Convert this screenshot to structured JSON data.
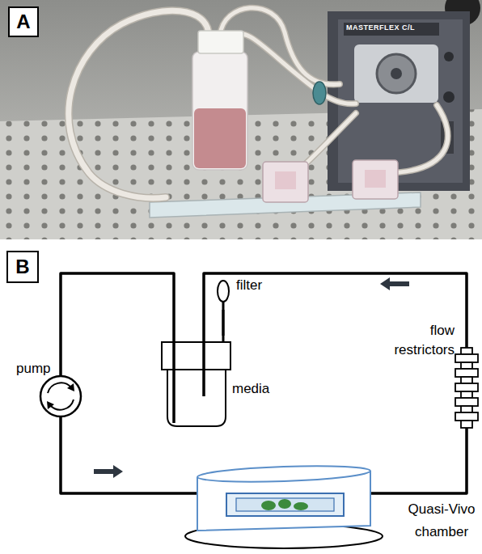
{
  "diagram": {
    "nodes": [
      {
        "text": [
          "A"
        ]
      },
      {
        "text": [
          "B"
        ]
      },
      {
        "text": [
          "filter"
        ]
      },
      {
        "text": [
          "media"
        ]
      },
      {
        "text": [
          "pump"
        ]
      },
      {
        "text": [
          "flow restrictors"
        ]
      },
      {
        "text": [
          "Quasi-Vivo chamber"
        ]
      }
    ],
    "edges": [
      {
        "from": 3,
        "to": 4,
        "arrow": "none"
      },
      {
        "from": 4,
        "to": 6,
        "arrow": "none"
      },
      {
        "from": 6,
        "to": 5,
        "arrow": "none"
      },
      {
        "from": 5,
        "to": 3,
        "arrow": "none"
      },
      {
        "from": 2,
        "to": 3,
        "arrow": "none"
      }
    ],
    "labels": [
      "MASTERFLEX C/L"
    ]
  }
}
